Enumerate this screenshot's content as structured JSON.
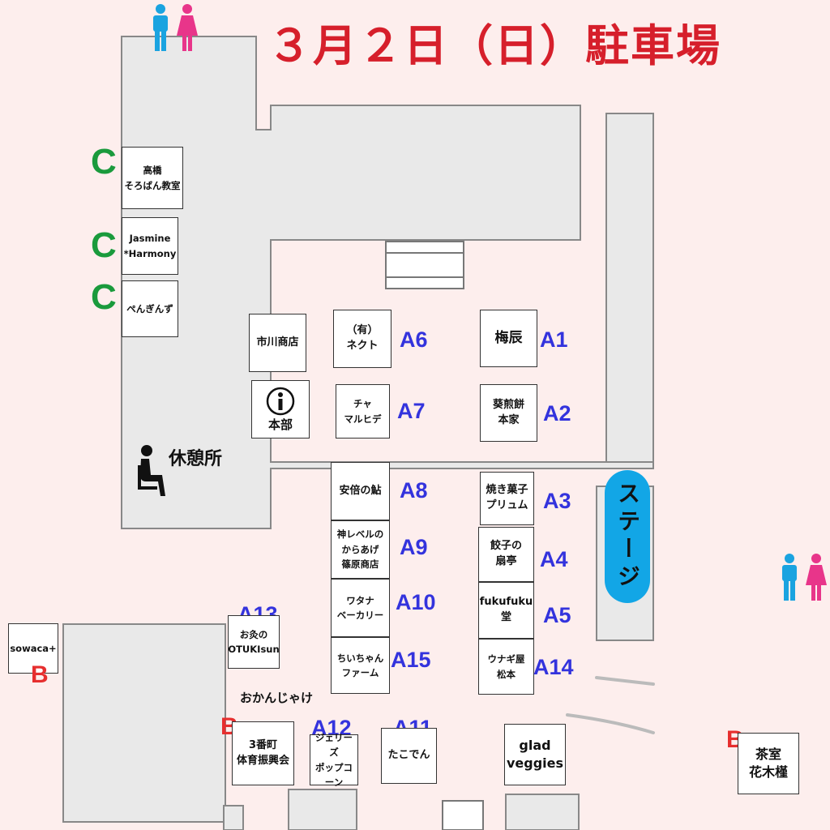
{
  "title": "３月２日（日）駐車場",
  "stage_label": "ステージ",
  "rest_area_label": "休憩所",
  "free_label": "おかんじゃけ",
  "colors": {
    "background": "#fdeeed",
    "title": "#d61f2b",
    "code_a": "#3333dd",
    "code_b": "#e62e2e",
    "code_c": "#1a9a3c",
    "stage": "#12a6e6",
    "toilet_male": "#1aa3e0",
    "toilet_female": "#e8358a"
  },
  "icons": [
    "toilet-male-icon",
    "toilet-female-icon",
    "info-icon",
    "seated-person-icon"
  ],
  "booths": {
    "takahashi": "高橋\nそろばん教室",
    "jasmine": "Jasmine\n*Harmony",
    "pengins": "ぺんぎんず",
    "ichikawa": "市川商店",
    "honbu": "本部",
    "nekuto": "（有）\nネクト",
    "chamaruhide": "チャ\nマルヒデ",
    "abe": "安倍の鮎",
    "kamilevel": "神レベルの\nからあげ\n篠原商店",
    "watana": "ワタナ\nベーカリー",
    "chiichan": "ちいちゃん\nファーム",
    "umetatsu": "梅辰",
    "aoi": "葵煎餅\n本家",
    "yakigashi": "焼き菓子\nプリュム",
    "gyoza": "餃子の\n扇亭",
    "fukufuku": "fukufuku堂",
    "unagi": "ウナギ屋\n松本",
    "okyu": "お灸の\nOTUKIsun",
    "sowaca": "sowaca+",
    "sanban": "3番町\n体育振興会",
    "jellys": "ジェリーズ\nポップコーン",
    "takoden": "たこでん",
    "glad": "glad\nveggies",
    "chashitsu": "茶室\n花木槿"
  },
  "codes": {
    "A1": "A1",
    "A2": "A2",
    "A3": "A3",
    "A4": "A4",
    "A5": "A5",
    "A6": "A6",
    "A7": "A7",
    "A8": "A8",
    "A9": "A9",
    "A10": "A10",
    "A11": "A11",
    "A12": "A12",
    "A13": "A13",
    "A14": "A14",
    "A15": "A15",
    "B": "B",
    "C": "C"
  }
}
